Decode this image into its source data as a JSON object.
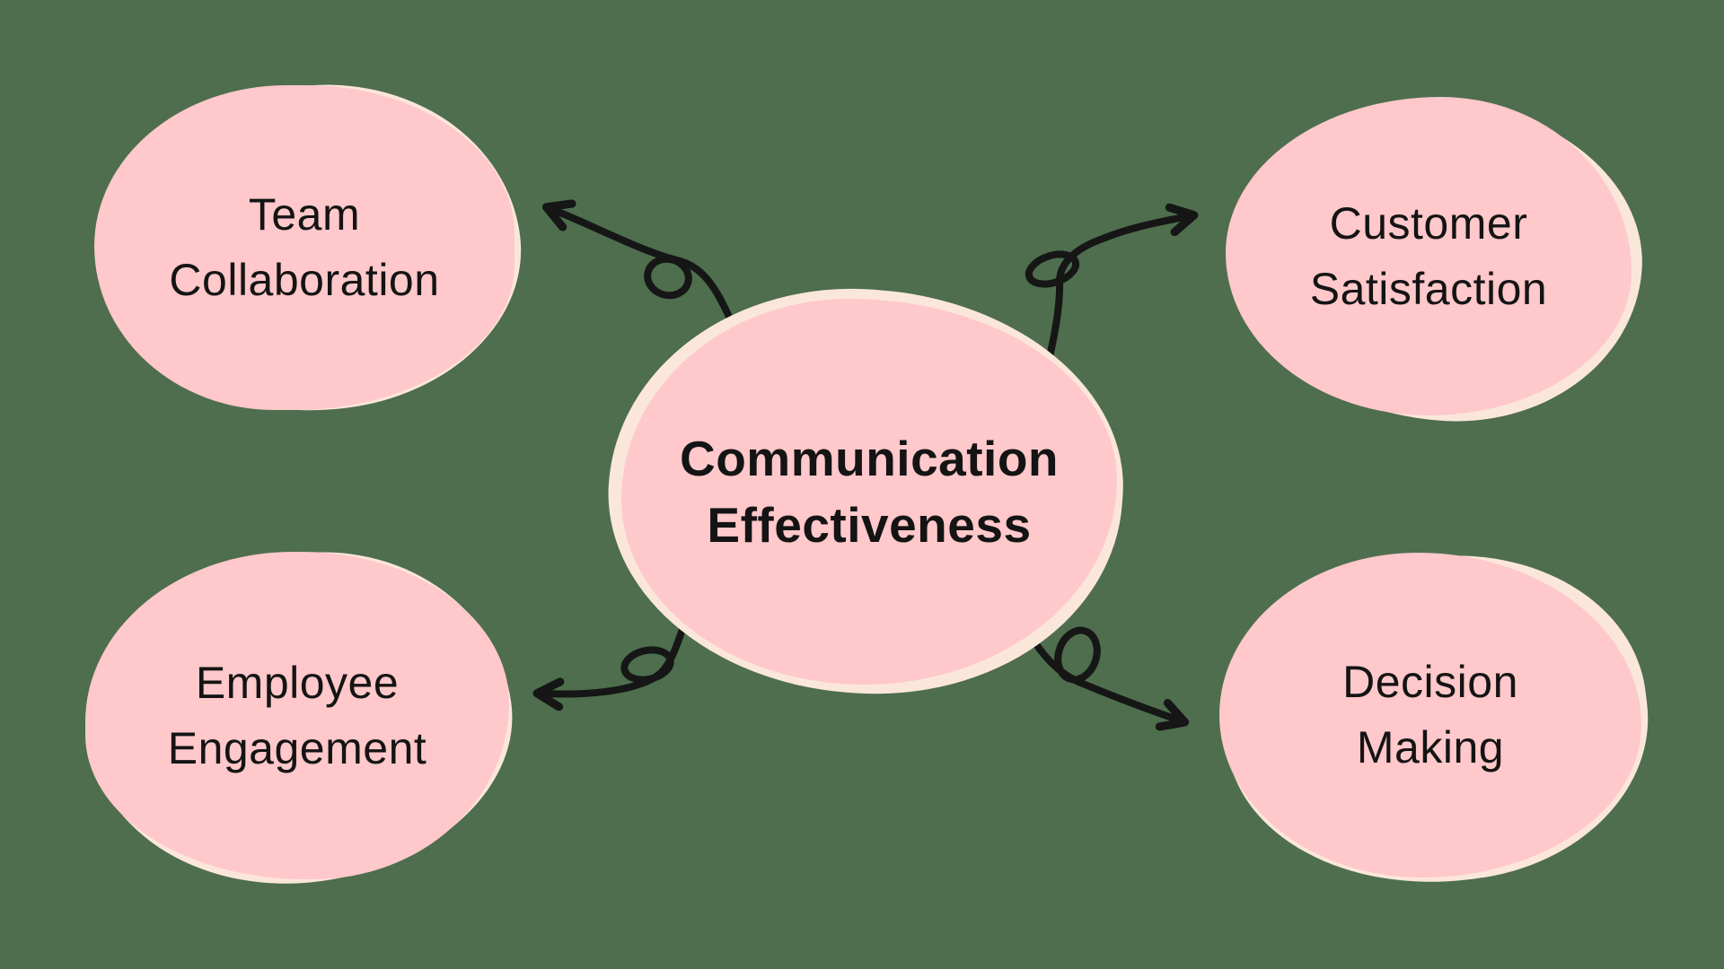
{
  "palette": {
    "background": "#4E6E4E",
    "blob_pink": "#FFC8CA",
    "blob_peach": "#FBE7DA",
    "text": "#141414",
    "arrow": "#161616"
  },
  "diagram": {
    "center": {
      "id": "communication-effectiveness",
      "lines": [
        "Communication",
        "Effectiveness"
      ]
    },
    "satellites": [
      {
        "id": "team-collaboration",
        "position": "top-left",
        "lines": [
          "Team",
          "Collaboration"
        ]
      },
      {
        "id": "customer-satisfaction",
        "position": "top-right",
        "lines": [
          "Customer",
          "Satisfaction"
        ]
      },
      {
        "id": "employee-engagement",
        "position": "bottom-left",
        "lines": [
          "Employee",
          "Engagement"
        ]
      },
      {
        "id": "decision-making",
        "position": "bottom-right",
        "lines": [
          "Decision",
          "Making"
        ]
      }
    ],
    "connectors": [
      {
        "from": "communication-effectiveness",
        "to": "team-collaboration",
        "style": "curly-arrow"
      },
      {
        "from": "communication-effectiveness",
        "to": "customer-satisfaction",
        "style": "curly-arrow"
      },
      {
        "from": "communication-effectiveness",
        "to": "employee-engagement",
        "style": "curly-arrow"
      },
      {
        "from": "communication-effectiveness",
        "to": "decision-making",
        "style": "curly-arrow"
      }
    ]
  }
}
